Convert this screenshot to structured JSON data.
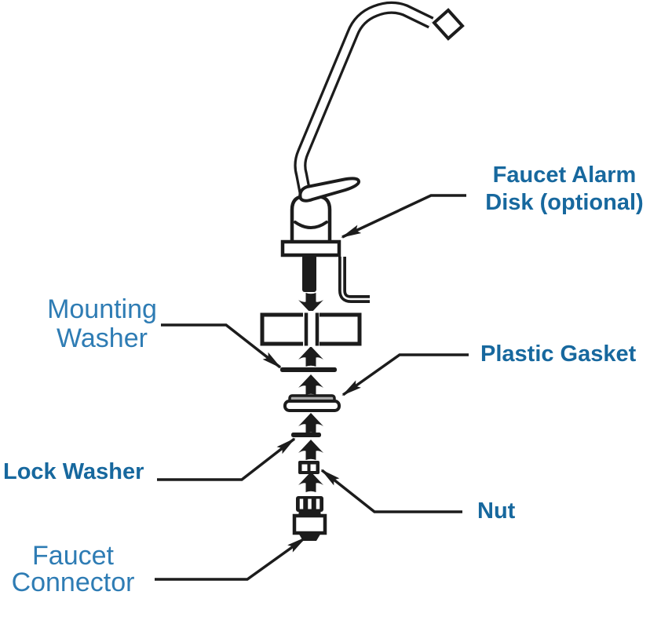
{
  "labels": {
    "faucet_alarm_disk": {
      "line1": "Faucet Alarm",
      "line2": "Disk (optional)"
    },
    "mounting_washer": {
      "line1": "Mounting",
      "line2": "Washer"
    },
    "plastic_gasket": {
      "text": "Plastic Gasket"
    },
    "lock_washer": {
      "text": "Lock Washer"
    },
    "nut": {
      "text": "Nut"
    },
    "faucet_connector": {
      "line1": "Faucet",
      "line2": "Connector"
    }
  },
  "colors": {
    "label_primary": "#17689e",
    "label_secondary": "#2e7cb4",
    "line": "#1c1c1c",
    "gasket_fill": "#a9a9a9",
    "background": "#ffffff"
  }
}
